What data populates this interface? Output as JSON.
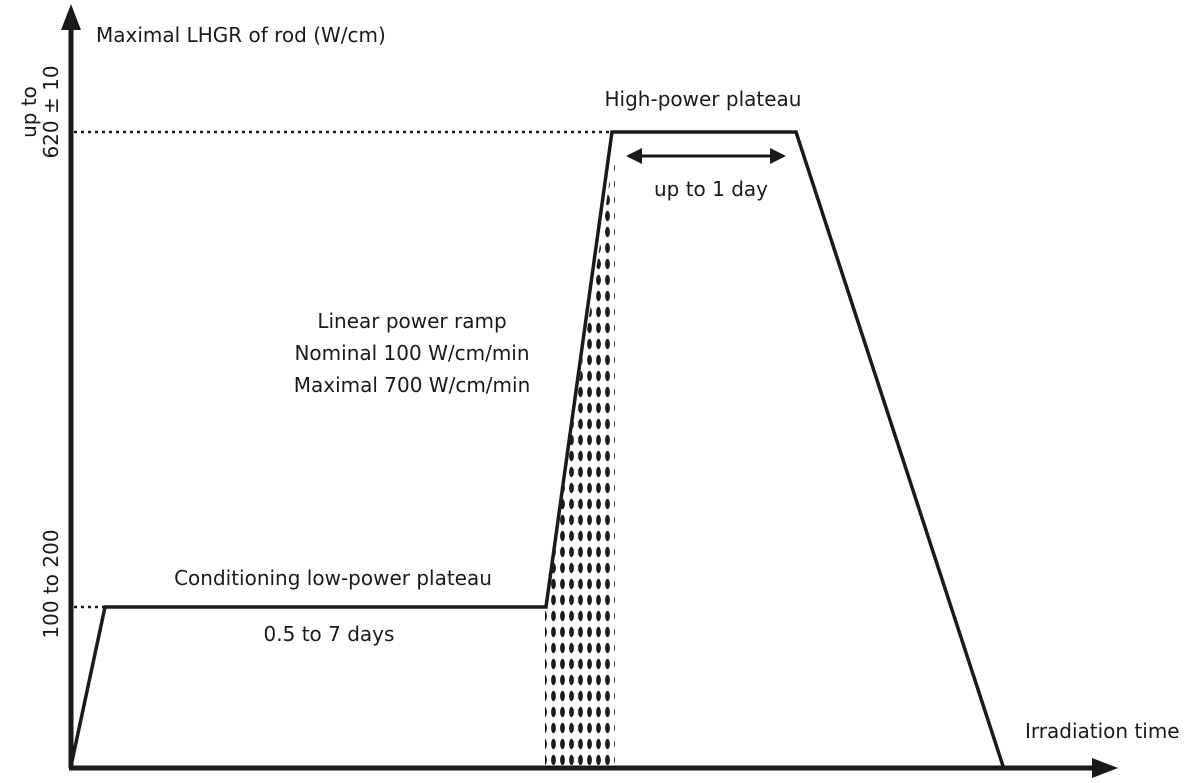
{
  "y_axis": {
    "label": "Maximal LHGR of rod (W/cm)",
    "tick_high": {
      "line1": "up to",
      "line2": "620 ± 10"
    },
    "tick_low": "100 to 200"
  },
  "x_axis": {
    "label": "Irradiation time"
  },
  "annotations": {
    "high_plateau": "High-power plateau",
    "high_duration": "up to 1 day",
    "ramp_title": "Linear power ramp",
    "ramp_nominal": "Nominal 100 W/cm/min",
    "ramp_maximal": "Maximal 700 W/cm/min",
    "low_plateau": "Conditioning low-power plateau",
    "low_duration": "0.5 to 7 days"
  },
  "colors": {
    "ink": "#1a1a1a",
    "background": "#ffffff"
  }
}
